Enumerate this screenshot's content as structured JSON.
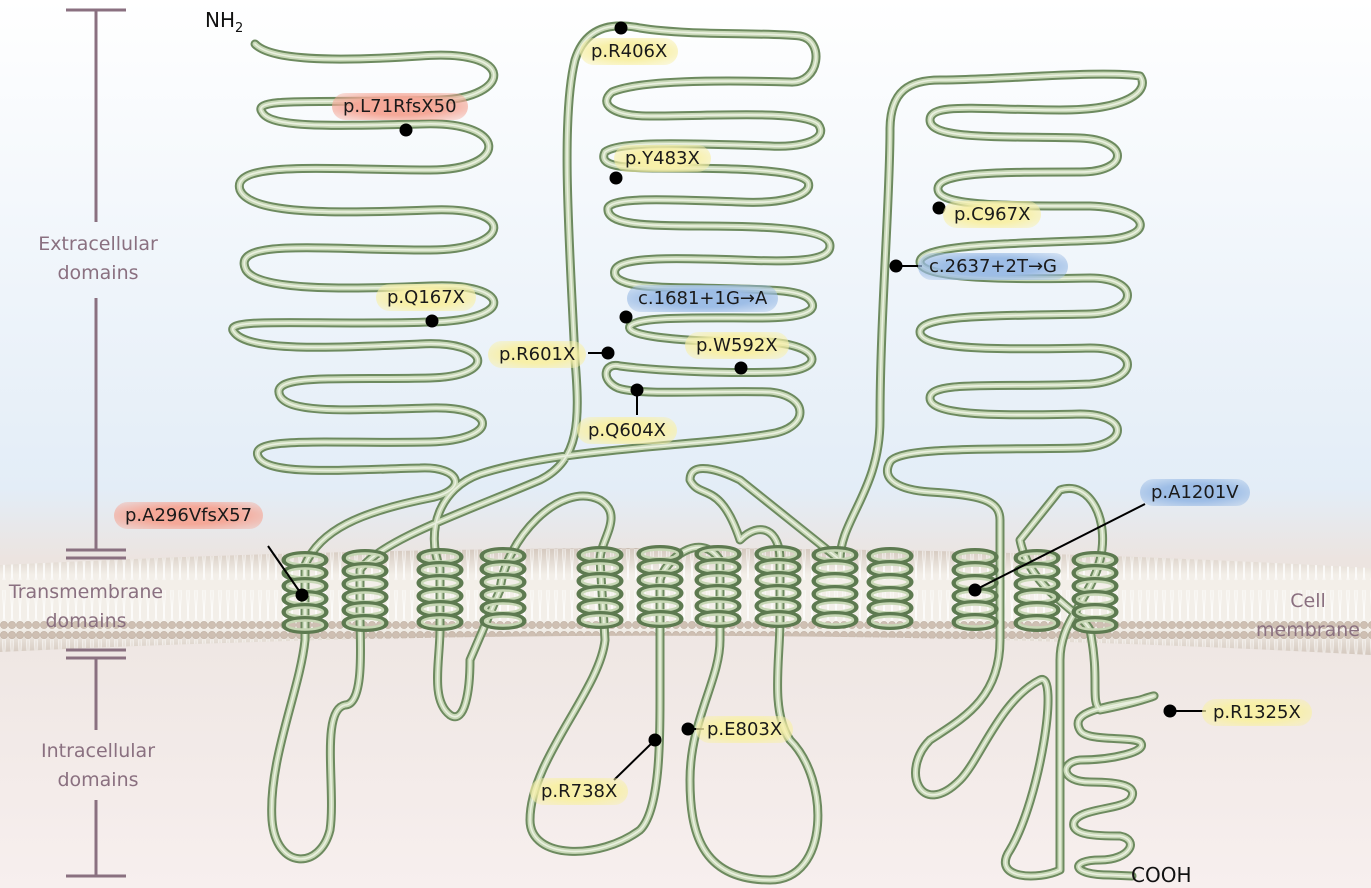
{
  "regions": {
    "extracellular": [
      "Extracellular",
      "domains"
    ],
    "transmembrane": [
      "Transmembrane",
      "domains"
    ],
    "intracellular": [
      "Intracellular",
      "domains"
    ],
    "cell_membrane": [
      "Cell",
      "membrane"
    ]
  },
  "termini": {
    "n_main": "NH",
    "n_sub": "2",
    "c": "COOH"
  },
  "mutations": {
    "L71RfsX50": "p.L71RfsX50",
    "R406X": "p.R406X",
    "Y483X": "p.Y483X",
    "C967X": "p.C967X",
    "c2637": "c.2637+2T→G",
    "c1681": "c.1681+1G→A",
    "Q167X": "p.Q167X",
    "R601X": "p.R601X",
    "W592X": "p.W592X",
    "Q604X": "p.Q604X",
    "A296VfsX57": "p.A296VfsX57",
    "A1201V": "p.A1201V",
    "R1325X": "p.R1325X",
    "E803X": "p.E803X",
    "R738X": "p.R738X"
  },
  "colors": {
    "truncating": "#f8f0a8",
    "frameshift": "#f5a898",
    "splice_missense": "#9dbde6",
    "chain": "#9fb88e",
    "bracket": "#8a7080"
  }
}
